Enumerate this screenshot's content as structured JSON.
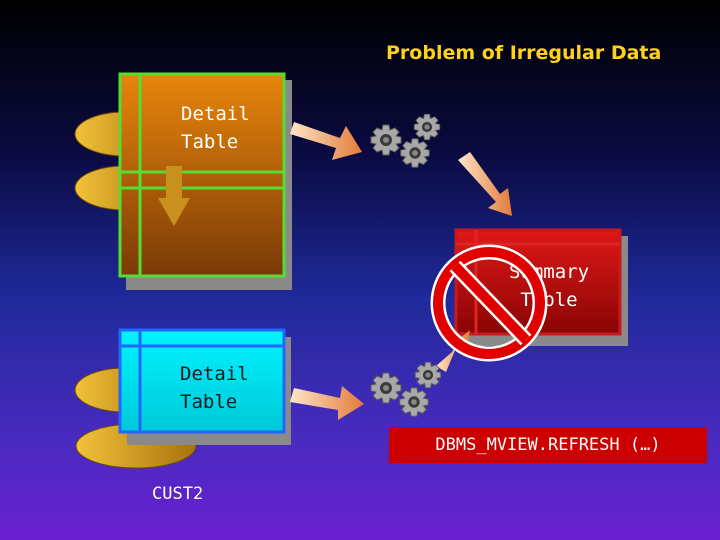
{
  "title": "Problem of Irregular Data",
  "detail_table_top": {
    "label_line1": "Detail",
    "label_line2": "Table"
  },
  "detail_table_bottom": {
    "label_line1": "Detail",
    "label_line2": "Table",
    "caption": "CUST2"
  },
  "summary_table": {
    "label_line1": "Summary",
    "label_line2": "Table"
  },
  "refresh_call": "DBMS_MVIEW.REFRESH (…)",
  "icons": [
    "gears-icon",
    "arrow-icon",
    "prohibited-sign-icon"
  ],
  "colors": {
    "title": "#ffd21a",
    "detail_top_fill": "#c86a08",
    "detail_top_border": "#55dd33",
    "detail_bottom_fill": "#00e8f0",
    "detail_bottom_border": "#2266ff",
    "summary_fill": "#c40a0a",
    "summary_border": "#cc1a1a",
    "disk_fill": "#d9a21a",
    "prohibit_red": "#e00000",
    "refresh_box": "#cc0000"
  }
}
